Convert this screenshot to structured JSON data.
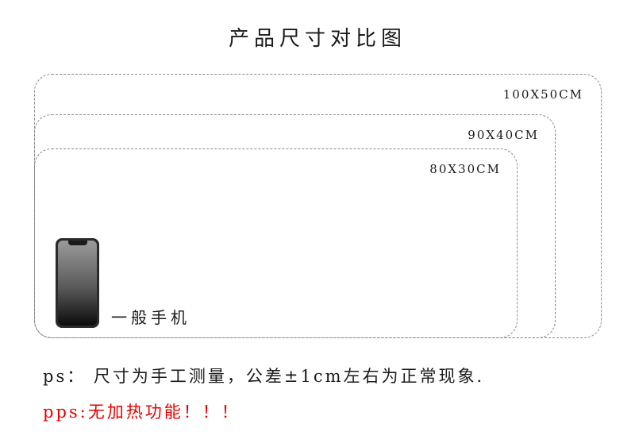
{
  "title": "产品尺寸对比图",
  "sizes": [
    {
      "label": "100X50CM"
    },
    {
      "label": "90X40CM"
    },
    {
      "label": "80X30CM"
    }
  ],
  "phone": {
    "label": "一般手机",
    "icon": "phone-icon"
  },
  "notes": {
    "ps": "ps： 尺寸为手工测量，公差±1cm左右为正常现象.",
    "pps": "pps:无加热功能！！！"
  },
  "colors": {
    "text": "#1a1a1a",
    "dashed_border": "#8a8a8a",
    "warning": "#e60000"
  }
}
